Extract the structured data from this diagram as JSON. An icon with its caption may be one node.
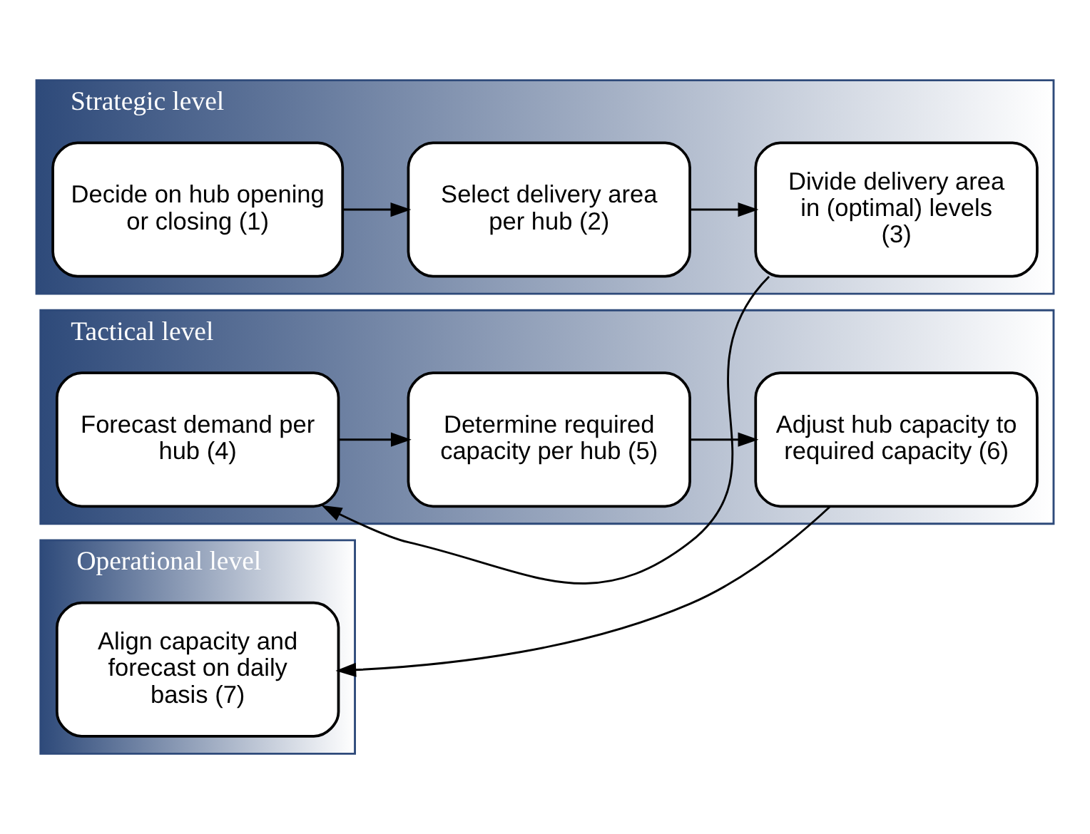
{
  "diagram": {
    "nodes": [
      {
        "text": [
          "Strategic level"
        ]
      },
      {
        "text": [
          "Decide on hub opening or closing (1)"
        ],
        "in": 0
      },
      {
        "text": [
          "Select delivery area per hub (2)"
        ],
        "in": 0
      },
      {
        "text": [
          "Divide delivery area in (optimal) levels (3)"
        ],
        "in": 0
      },
      {
        "text": [
          "Tactical level"
        ]
      },
      {
        "text": [
          "Forecast demand per hub (4)"
        ],
        "in": 4
      },
      {
        "text": [
          "Determine required capacity per hub (5)"
        ],
        "in": 4
      },
      {
        "text": [
          "Adjust hub capacity to required capacity (6)"
        ],
        "in": 4
      },
      {
        "text": [
          "Operational level"
        ]
      },
      {
        "text": [
          "Align capacity and forecast on daily basis (7)"
        ],
        "in": 8
      }
    ],
    "edges": [
      {
        "from": 1,
        "to": 2,
        "arrow": "to"
      },
      {
        "from": 2,
        "to": 3,
        "arrow": "to"
      },
      {
        "from": 3,
        "to": 5,
        "arrow": "to"
      },
      {
        "from": 5,
        "to": 6,
        "arrow": "to"
      },
      {
        "from": 6,
        "to": 7,
        "arrow": "to"
      },
      {
        "from": 7,
        "to": 9,
        "arrow": "to"
      }
    ]
  }
}
